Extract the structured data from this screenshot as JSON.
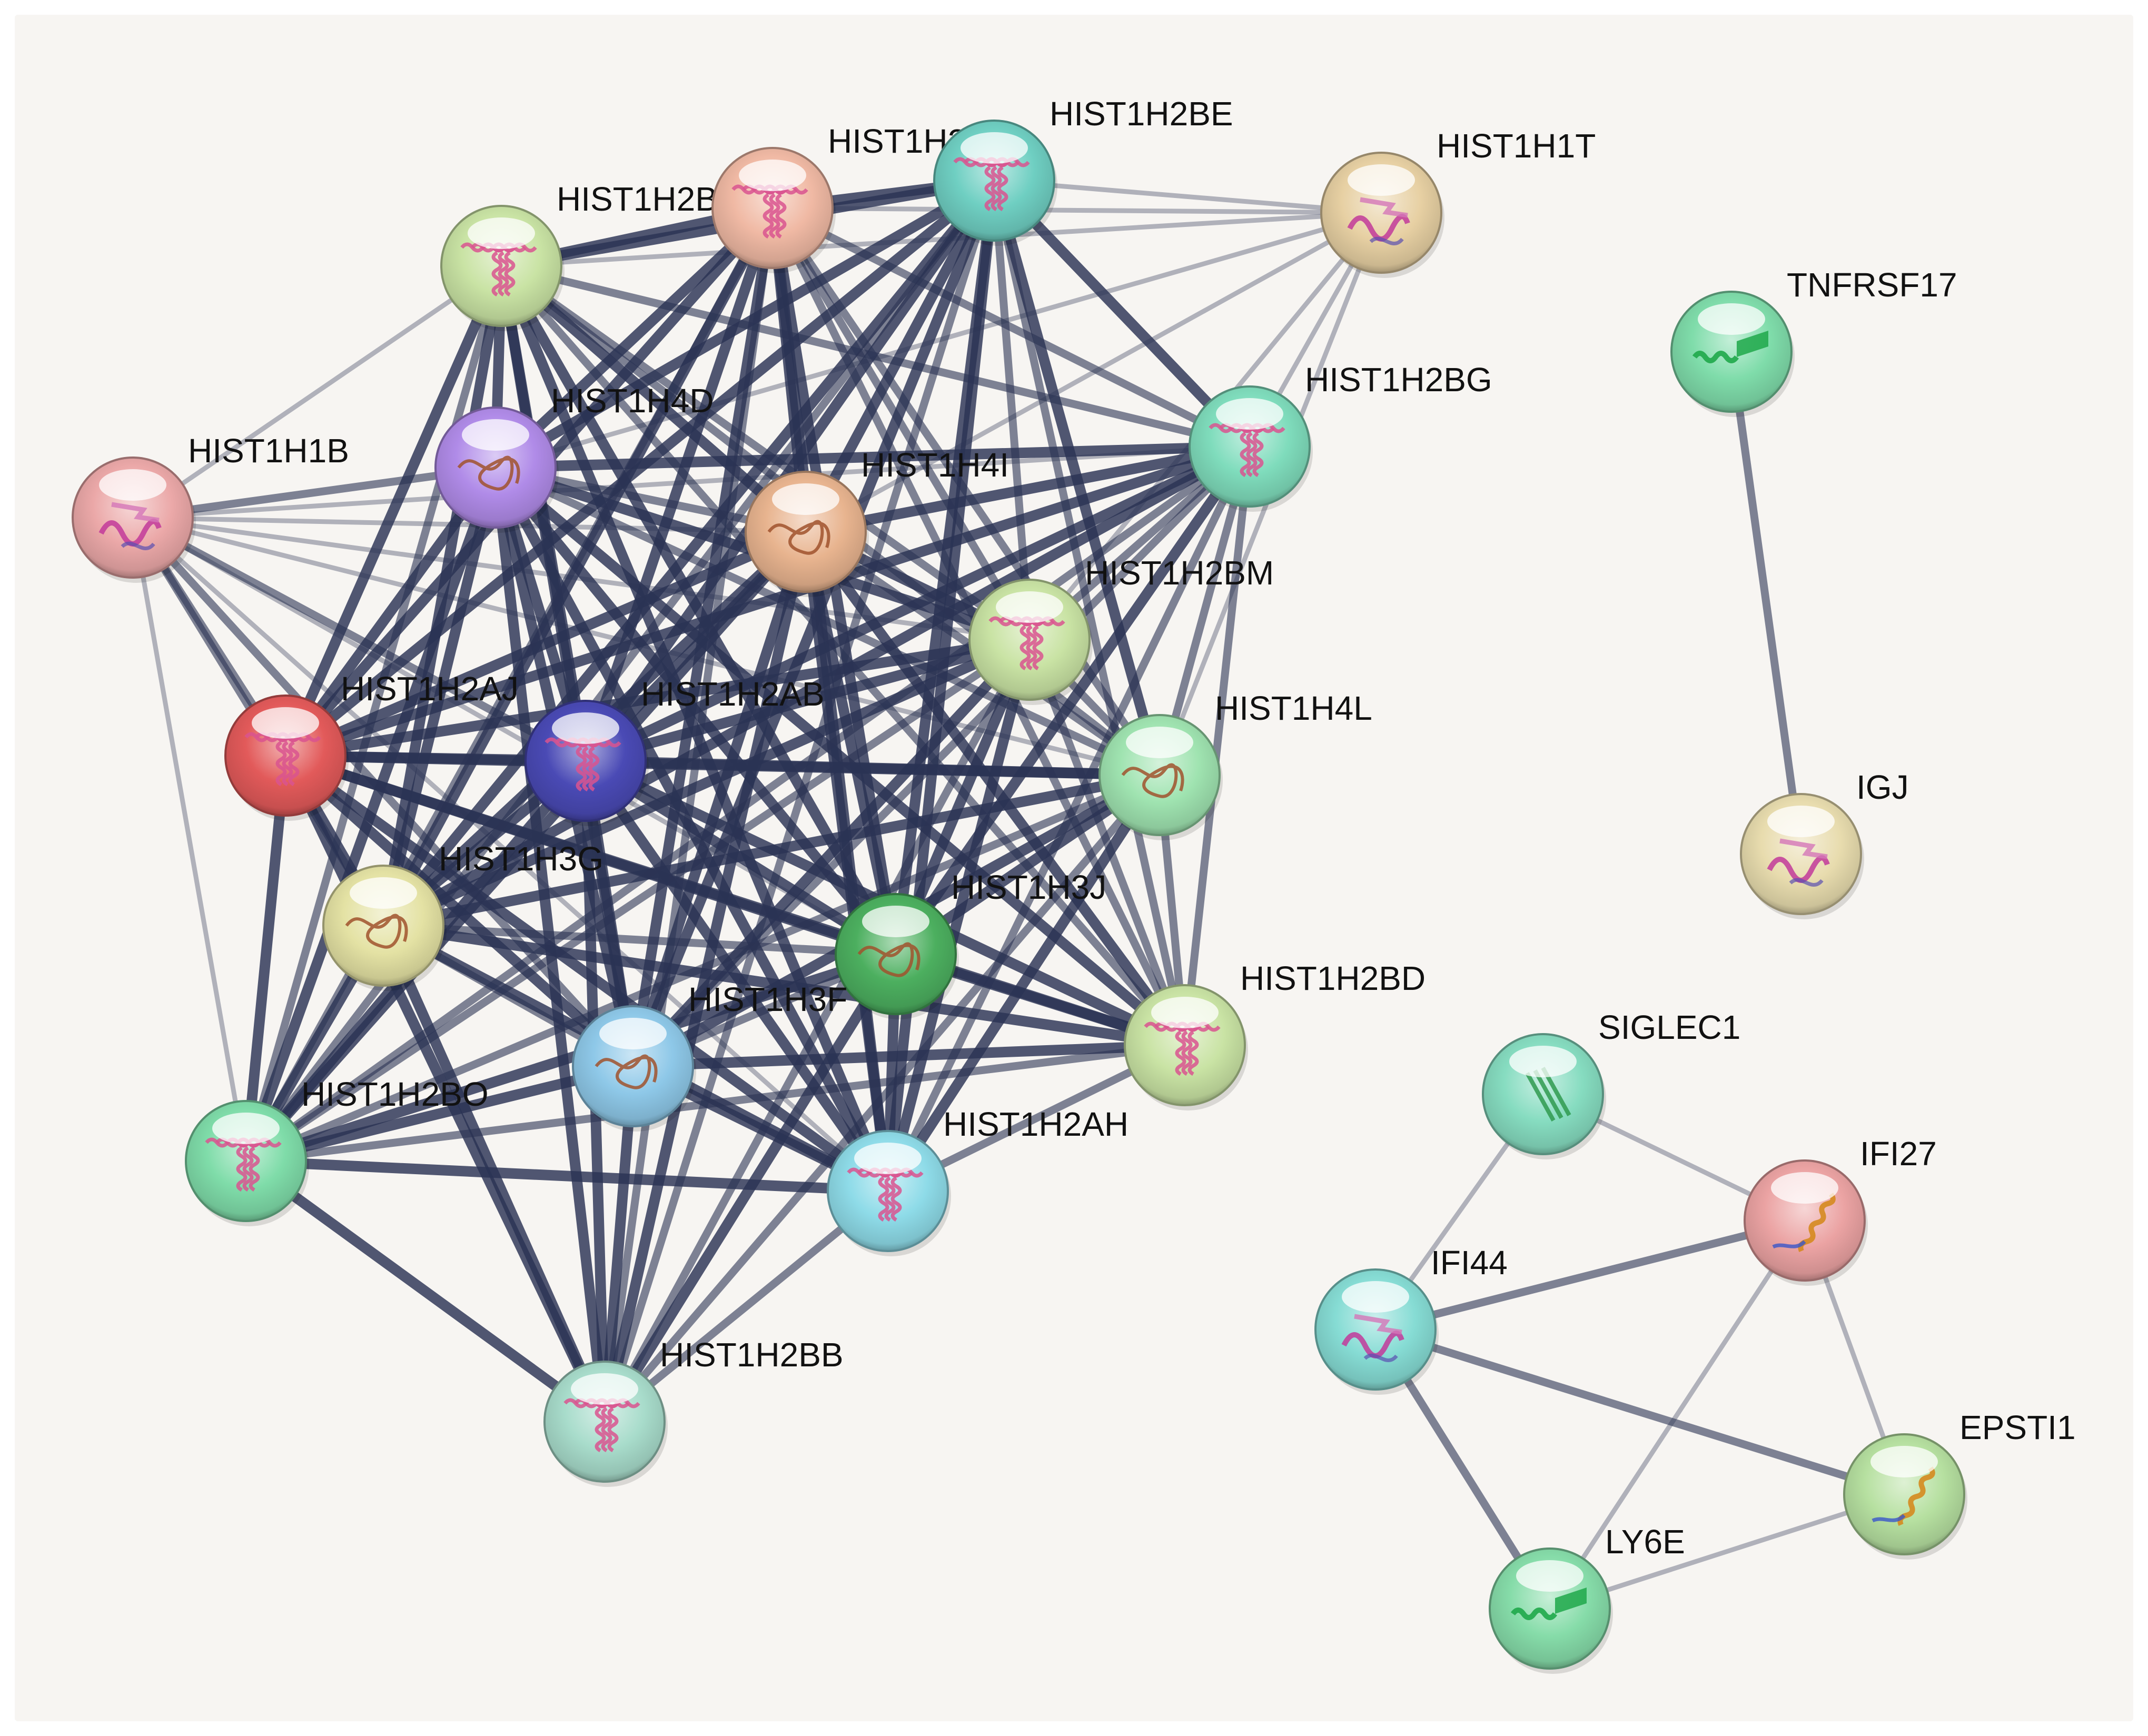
{
  "network": {
    "colors": {
      "background": "#f7f5f2",
      "edge": "#2b3354"
    },
    "nodes": [
      {
        "id": "HIST1H2BI",
        "label": "HIST1H2BI",
        "color": "#c9e3a4",
        "structure": "helix-bundle"
      },
      {
        "id": "HIST1H2BH",
        "label": "HIST1H2BH",
        "color": "#f0b9a4",
        "structure": "helix-bundle"
      },
      {
        "id": "HIST1H2BE",
        "label": "HIST1H2BE",
        "color": "#6fcfc2",
        "structure": "helix-bundle"
      },
      {
        "id": "HIST1H1T",
        "label": "HIST1H1T",
        "color": "#e7d0a3",
        "structure": "mixed-fold"
      },
      {
        "id": "TNFRSF17",
        "label": "TNFRSF17",
        "color": "#7fdcaa",
        "structure": "helix-strand"
      },
      {
        "id": "HIST1H1B",
        "label": "HIST1H1B",
        "color": "#eba8a8",
        "structure": "mixed-fold"
      },
      {
        "id": "HIST1H4D",
        "label": "HIST1H4D",
        "color": "#b08be8",
        "structure": "coil"
      },
      {
        "id": "HIST1H4I",
        "label": "HIST1H4I",
        "color": "#e8b48f",
        "structure": "coil"
      },
      {
        "id": "HIST1H2BG",
        "label": "HIST1H2BG",
        "color": "#7fdcbc",
        "structure": "helix-bundle"
      },
      {
        "id": "HIST1H2BM",
        "label": "HIST1H2BM",
        "color": "#c9e3a4",
        "structure": "helix-bundle"
      },
      {
        "id": "HIST1H2AJ",
        "label": "HIST1H2AJ",
        "color": "#e25a5a",
        "structure": "helix-bundle"
      },
      {
        "id": "HIST1H2AB",
        "label": "HIST1H2AB",
        "color": "#4a4ab5",
        "structure": "helix-bundle"
      },
      {
        "id": "HIST1H4L",
        "label": "HIST1H4L",
        "color": "#9fe3b0",
        "structure": "coil"
      },
      {
        "id": "IGJ",
        "label": "IGJ",
        "color": "#e8dcae",
        "structure": "mixed-fold"
      },
      {
        "id": "HIST1H3G",
        "label": "HIST1H3G",
        "color": "#e4e2a4",
        "structure": "coil"
      },
      {
        "id": "HIST1H3J",
        "label": "HIST1H3J",
        "color": "#4caf5f",
        "structure": "coil"
      },
      {
        "id": "HIST1H2BD",
        "label": "HIST1H2BD",
        "color": "#c9e3a4",
        "structure": "helix-bundle"
      },
      {
        "id": "HIST1H3F",
        "label": "HIST1H3F",
        "color": "#8ec8e8",
        "structure": "coil"
      },
      {
        "id": "HIST1H2BO",
        "label": "HIST1H2BO",
        "color": "#7fdca9",
        "structure": "helix-bundle"
      },
      {
        "id": "HIST1H2AH",
        "label": "HIST1H2AH",
        "color": "#8edbe8",
        "structure": "helix-bundle"
      },
      {
        "id": "SIGLEC1",
        "label": "SIGLEC1",
        "color": "#86dcc0",
        "structure": "strand"
      },
      {
        "id": "IFI27",
        "label": "IFI27",
        "color": "#eba3a3",
        "structure": "helix"
      },
      {
        "id": "IFI44",
        "label": "IFI44",
        "color": "#86dcd4",
        "structure": "mixed-fold"
      },
      {
        "id": "HIST1H2BB",
        "label": "HIST1H2BB",
        "color": "#a8dccb",
        "structure": "helix-bundle"
      },
      {
        "id": "EPSTI1",
        "label": "EPSTI1",
        "color": "#b6e0a0",
        "structure": "helix"
      },
      {
        "id": "LY6E",
        "label": "LY6E",
        "color": "#86dca9",
        "structure": "helix-strand"
      }
    ],
    "edges": [
      [
        "HIST1H1T",
        "HIST1H2BH",
        1
      ],
      [
        "HIST1H1T",
        "HIST1H2BE",
        1
      ],
      [
        "HIST1H1T",
        "HIST1H2BI",
        1
      ],
      [
        "HIST1H1T",
        "HIST1H2BG",
        1
      ],
      [
        "HIST1H1T",
        "HIST1H4D",
        1
      ],
      [
        "HIST1H1T",
        "HIST1H4I",
        1
      ],
      [
        "HIST1H1T",
        "HIST1H2BM",
        1
      ],
      [
        "HIST1H1T",
        "HIST1H4L",
        1
      ],
      [
        "HIST1H1B",
        "HIST1H2BI",
        1
      ],
      [
        "HIST1H1B",
        "HIST1H4D",
        2
      ],
      [
        "HIST1H1B",
        "HIST1H4I",
        1
      ],
      [
        "HIST1H1B",
        "HIST1H2AJ",
        2
      ],
      [
        "HIST1H1B",
        "HIST1H2AB",
        2
      ],
      [
        "HIST1H1B",
        "HIST1H3G",
        2
      ],
      [
        "HIST1H1B",
        "HIST1H2BO",
        1
      ],
      [
        "HIST1H1B",
        "HIST1H3F",
        2
      ],
      [
        "HIST1H1B",
        "HIST1H3J",
        1
      ],
      [
        "HIST1H1B",
        "HIST1H2AH",
        1
      ],
      [
        "HIST1H1B",
        "HIST1H2BG",
        1
      ],
      [
        "HIST1H1B",
        "HIST1H2BM",
        1
      ],
      [
        "HIST1H1B",
        "HIST1H4L",
        1
      ],
      [
        "HIST1H2BI",
        "HIST1H2BH",
        3
      ],
      [
        "HIST1H2BI",
        "HIST1H2BE",
        3
      ],
      [
        "HIST1H2BI",
        "HIST1H4D",
        3
      ],
      [
        "HIST1H2BI",
        "HIST1H4I",
        3
      ],
      [
        "HIST1H2BI",
        "HIST1H2AJ",
        3
      ],
      [
        "HIST1H2BI",
        "HIST1H2AB",
        3
      ],
      [
        "HIST1H2BI",
        "HIST1H2BG",
        2
      ],
      [
        "HIST1H2BI",
        "HIST1H2BM",
        2
      ],
      [
        "HIST1H2BI",
        "HIST1H3G",
        3
      ],
      [
        "HIST1H2BI",
        "HIST1H3J",
        3
      ],
      [
        "HIST1H2BI",
        "HIST1H3F",
        3
      ],
      [
        "HIST1H2BI",
        "HIST1H2BO",
        2
      ],
      [
        "HIST1H2BI",
        "HIST1H4L",
        2
      ],
      [
        "HIST1H2BI",
        "HIST1H2AH",
        3
      ],
      [
        "HIST1H2BI",
        "HIST1H2BD",
        2
      ],
      [
        "HIST1H2BH",
        "HIST1H2BE",
        3
      ],
      [
        "HIST1H2BH",
        "HIST1H4D",
        3
      ],
      [
        "HIST1H2BH",
        "HIST1H4I",
        3
      ],
      [
        "HIST1H2BH",
        "HIST1H2AJ",
        3
      ],
      [
        "HIST1H2BH",
        "HIST1H2AB",
        3
      ],
      [
        "HIST1H2BH",
        "HIST1H3G",
        3
      ],
      [
        "HIST1H2BH",
        "HIST1H3J",
        3
      ],
      [
        "HIST1H2BH",
        "HIST1H3F",
        3
      ],
      [
        "HIST1H2BH",
        "HIST1H2AH",
        3
      ],
      [
        "HIST1H2BH",
        "HIST1H2BG",
        2
      ],
      [
        "HIST1H2BH",
        "HIST1H2BM",
        2
      ],
      [
        "HIST1H2BH",
        "HIST1H4L",
        2
      ],
      [
        "HIST1H2BH",
        "HIST1H2BD",
        2
      ],
      [
        "HIST1H2BH",
        "HIST1H2BO",
        2
      ],
      [
        "HIST1H2BH",
        "HIST1H2BB",
        2
      ],
      [
        "HIST1H2BE",
        "HIST1H4D",
        3
      ],
      [
        "HIST1H2BE",
        "HIST1H4I",
        3
      ],
      [
        "HIST1H2BE",
        "HIST1H2AJ",
        3
      ],
      [
        "HIST1H2BE",
        "HIST1H2AB",
        3
      ],
      [
        "HIST1H2BE",
        "HIST1H3G",
        3
      ],
      [
        "HIST1H2BE",
        "HIST1H3J",
        3
      ],
      [
        "HIST1H2BE",
        "HIST1H3F",
        3
      ],
      [
        "HIST1H2BE",
        "HIST1H2AH",
        3
      ],
      [
        "HIST1H2BE",
        "HIST1H2BG",
        3
      ],
      [
        "HIST1H2BE",
        "HIST1H2BM",
        2
      ],
      [
        "HIST1H2BE",
        "HIST1H4L",
        3
      ],
      [
        "HIST1H2BE",
        "HIST1H2BD",
        2
      ],
      [
        "HIST1H2BE",
        "HIST1H2BO",
        2
      ],
      [
        "HIST1H2BE",
        "HIST1H2BB",
        2
      ],
      [
        "HIST1H4D",
        "HIST1H4I",
        2
      ],
      [
        "HIST1H4D",
        "HIST1H2AJ",
        3
      ],
      [
        "HIST1H4D",
        "HIST1H2AB",
        3
      ],
      [
        "HIST1H4D",
        "HIST1H3G",
        3
      ],
      [
        "HIST1H4D",
        "HIST1H3J",
        3
      ],
      [
        "HIST1H4D",
        "HIST1H3F",
        3
      ],
      [
        "HIST1H4D",
        "HIST1H2AH",
        3
      ],
      [
        "HIST1H4D",
        "HIST1H2BG",
        3
      ],
      [
        "HIST1H4D",
        "HIST1H2BM",
        3
      ],
      [
        "HIST1H4D",
        "HIST1H4L",
        2
      ],
      [
        "HIST1H4D",
        "HIST1H2BD",
        3
      ],
      [
        "HIST1H4D",
        "HIST1H2BO",
        3
      ],
      [
        "HIST1H4D",
        "HIST1H2BB",
        3
      ],
      [
        "HIST1H4I",
        "HIST1H2AJ",
        3
      ],
      [
        "HIST1H4I",
        "HIST1H2AB",
        3
      ],
      [
        "HIST1H4I",
        "HIST1H3G",
        3
      ],
      [
        "HIST1H4I",
        "HIST1H3J",
        3
      ],
      [
        "HIST1H4I",
        "HIST1H3F",
        3
      ],
      [
        "HIST1H4I",
        "HIST1H2AH",
        3
      ],
      [
        "HIST1H4I",
        "HIST1H2BG",
        3
      ],
      [
        "HIST1H4I",
        "HIST1H2BM",
        3
      ],
      [
        "HIST1H4I",
        "HIST1H4L",
        2
      ],
      [
        "HIST1H4I",
        "HIST1H2BD",
        3
      ],
      [
        "HIST1H4I",
        "HIST1H2BO",
        3
      ],
      [
        "HIST1H4I",
        "HIST1H2BB",
        3
      ],
      [
        "HIST1H2BG",
        "HIST1H2AJ",
        3
      ],
      [
        "HIST1H2BG",
        "HIST1H2AB",
        3
      ],
      [
        "HIST1H2BG",
        "HIST1H3G",
        3
      ],
      [
        "HIST1H2BG",
        "HIST1H3J",
        3
      ],
      [
        "HIST1H2BG",
        "HIST1H3F",
        2
      ],
      [
        "HIST1H2BG",
        "HIST1H2AH",
        2
      ],
      [
        "HIST1H2BG",
        "HIST1H2BM",
        2
      ],
      [
        "HIST1H2BG",
        "HIST1H4L",
        2
      ],
      [
        "HIST1H2BG",
        "HIST1H2BD",
        2
      ],
      [
        "HIST1H2BG",
        "HIST1H2BO",
        2
      ],
      [
        "HIST1H2BM",
        "HIST1H2AJ",
        3
      ],
      [
        "HIST1H2BM",
        "HIST1H2AB",
        3
      ],
      [
        "HIST1H2BM",
        "HIST1H3G",
        3
      ],
      [
        "HIST1H2BM",
        "HIST1H3J",
        3
      ],
      [
        "HIST1H2BM",
        "HIST1H3F",
        3
      ],
      [
        "HIST1H2BM",
        "HIST1H2AH",
        3
      ],
      [
        "HIST1H2BM",
        "HIST1H4L",
        2
      ],
      [
        "HIST1H2BM",
        "HIST1H2BD",
        2
      ],
      [
        "HIST1H2BM",
        "HIST1H2BO",
        2
      ],
      [
        "HIST1H2BM",
        "HIST1H2BB",
        2
      ],
      [
        "HIST1H2AJ",
        "HIST1H2AB",
        3
      ],
      [
        "HIST1H2AJ",
        "HIST1H3G",
        3
      ],
      [
        "HIST1H2AJ",
        "HIST1H3J",
        3
      ],
      [
        "HIST1H2AJ",
        "HIST1H3F",
        3
      ],
      [
        "HIST1H2AJ",
        "HIST1H2AH",
        3
      ],
      [
        "HIST1H2AJ",
        "HIST1H4L",
        3
      ],
      [
        "HIST1H2AJ",
        "HIST1H2BD",
        3
      ],
      [
        "HIST1H2AJ",
        "HIST1H2BO",
        3
      ],
      [
        "HIST1H2AJ",
        "HIST1H2BB",
        3
      ],
      [
        "HIST1H2AB",
        "HIST1H3G",
        3
      ],
      [
        "HIST1H2AB",
        "HIST1H3J",
        3
      ],
      [
        "HIST1H2AB",
        "HIST1H3F",
        3
      ],
      [
        "HIST1H2AB",
        "HIST1H2AH",
        3
      ],
      [
        "HIST1H2AB",
        "HIST1H4L",
        3
      ],
      [
        "HIST1H2AB",
        "HIST1H2BD",
        3
      ],
      [
        "HIST1H2AB",
        "HIST1H2BO",
        3
      ],
      [
        "HIST1H2AB",
        "HIST1H2BB",
        3
      ],
      [
        "HIST1H4L",
        "HIST1H3G",
        3
      ],
      [
        "HIST1H4L",
        "HIST1H3J",
        3
      ],
      [
        "HIST1H4L",
        "HIST1H3F",
        3
      ],
      [
        "HIST1H4L",
        "HIST1H2AH",
        3
      ],
      [
        "HIST1H4L",
        "HIST1H2BD",
        2
      ],
      [
        "HIST1H4L",
        "HIST1H2BO",
        2
      ],
      [
        "HIST1H4L",
        "HIST1H2BB",
        2
      ],
      [
        "HIST1H3G",
        "HIST1H3J",
        2
      ],
      [
        "HIST1H3G",
        "HIST1H3F",
        2
      ],
      [
        "HIST1H3G",
        "HIST1H2AH",
        3
      ],
      [
        "HIST1H3G",
        "HIST1H2BD",
        3
      ],
      [
        "HIST1H3G",
        "HIST1H2BO",
        3
      ],
      [
        "HIST1H3G",
        "HIST1H2BB",
        3
      ],
      [
        "HIST1H3J",
        "HIST1H3F",
        2
      ],
      [
        "HIST1H3J",
        "HIST1H2AH",
        3
      ],
      [
        "HIST1H3J",
        "HIST1H2BD",
        3
      ],
      [
        "HIST1H3J",
        "HIST1H2BO",
        3
      ],
      [
        "HIST1H3J",
        "HIST1H2BB",
        3
      ],
      [
        "HIST1H3F",
        "HIST1H2AH",
        3
      ],
      [
        "HIST1H3F",
        "HIST1H2BD",
        3
      ],
      [
        "HIST1H3F",
        "HIST1H2BO",
        3
      ],
      [
        "HIST1H3F",
        "HIST1H2BB",
        3
      ],
      [
        "HIST1H2AH",
        "HIST1H2BD",
        2
      ],
      [
        "HIST1H2AH",
        "HIST1H2BO",
        3
      ],
      [
        "HIST1H2AH",
        "HIST1H2BB",
        2
      ],
      [
        "HIST1H2BO",
        "HIST1H2BB",
        3
      ],
      [
        "HIST1H2BO",
        "HIST1H2BD",
        2
      ],
      [
        "TNFRSF17",
        "IGJ",
        2
      ],
      [
        "SIGLEC1",
        "IFI27",
        1
      ],
      [
        "SIGLEC1",
        "IFI44",
        1
      ],
      [
        "IFI27",
        "IFI44",
        2
      ],
      [
        "IFI27",
        "EPSTI1",
        1
      ],
      [
        "IFI27",
        "LY6E",
        1
      ],
      [
        "IFI44",
        "EPSTI1",
        2
      ],
      [
        "IFI44",
        "LY6E",
        2
      ],
      [
        "EPSTI1",
        "LY6E",
        1
      ]
    ]
  }
}
